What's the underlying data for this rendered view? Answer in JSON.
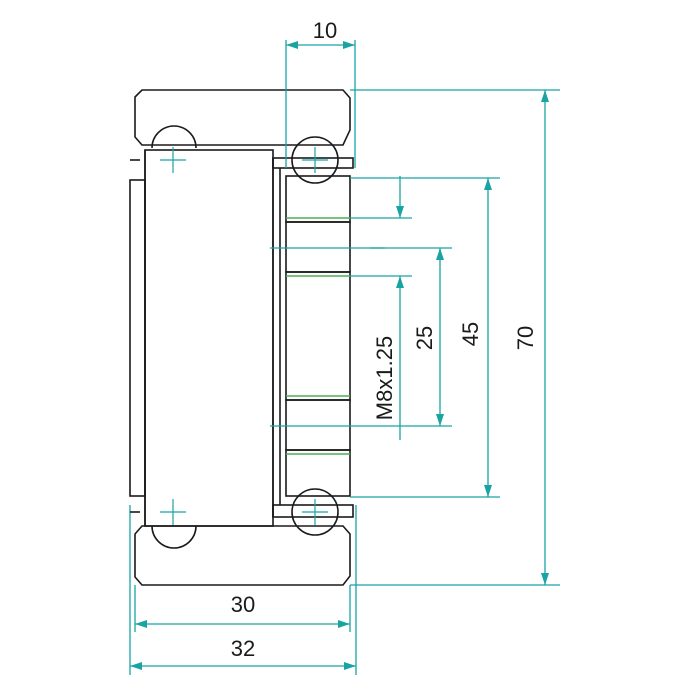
{
  "drawing": {
    "part": "cam follower roller with ball bearing (sectional view)",
    "colors": {
      "outline": "#1a1a1a",
      "hatch": "#e53935",
      "dimension": "#19a3a3",
      "thread_line": "#4caf50",
      "background": "#ffffff"
    },
    "dimensions": {
      "top_width": "10",
      "thread": "M8x1.25",
      "inner_height_small": "25",
      "inner_height_large": "45",
      "outer_height": "70",
      "inner_width": "30",
      "outer_width": "32"
    }
  }
}
